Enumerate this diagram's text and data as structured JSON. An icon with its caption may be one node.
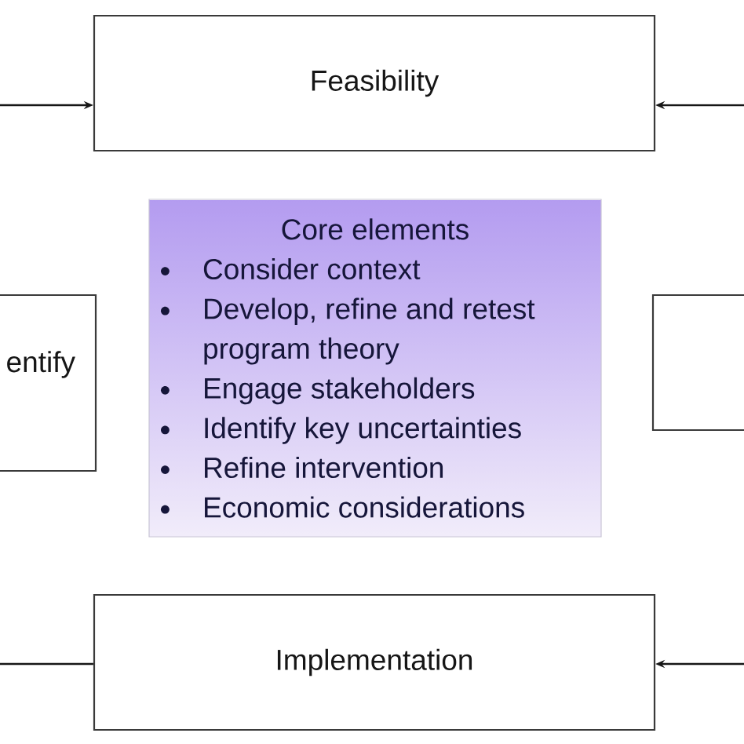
{
  "diagram": {
    "nodes": [
      {
        "text": [
          "Feasibility"
        ]
      },
      {
        "text": [
          "entify"
        ]
      },
      {
        "text": [
          "Core elements",
          "Consider context",
          "Develop, refine and retest program theory",
          "Engage stakeholders",
          "Identify key uncertainties",
          "Refine intervention",
          "Economic considerations"
        ]
      },
      {
        "text": [],
        "shape": "box"
      },
      {
        "text": [
          "Implementation"
        ]
      }
    ],
    "edges": [
      {
        "from": null,
        "to": 0,
        "arrow": "to"
      },
      {
        "from": null,
        "to": 0,
        "arrow": "to"
      },
      {
        "from": null,
        "to": 4,
        "arrow": "none"
      },
      {
        "from": null,
        "to": 4,
        "arrow": "to"
      }
    ]
  }
}
